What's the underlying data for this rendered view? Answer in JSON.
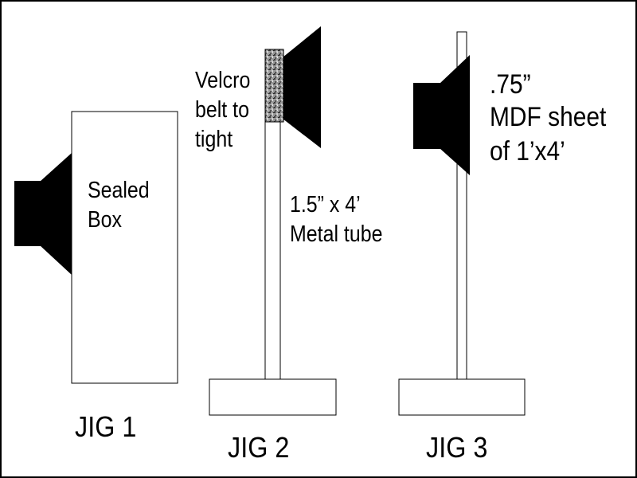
{
  "jig1": {
    "label": "JIG 1",
    "box_text": [
      "Sealed",
      "Box"
    ]
  },
  "jig2": {
    "label": "JIG 2",
    "velcro_text": [
      "Velcro",
      "belt to",
      "tight"
    ],
    "tube_text": [
      "1.5” x 4’",
      "Metal tube"
    ]
  },
  "jig3": {
    "label": "JIG 3",
    "mdf_text": [
      ".75”",
      "MDF sheet",
      "of 1’x4’"
    ]
  },
  "colors": {
    "ink": "#000000",
    "paper": "#ffffff",
    "velcro": "#8a8a8a"
  }
}
